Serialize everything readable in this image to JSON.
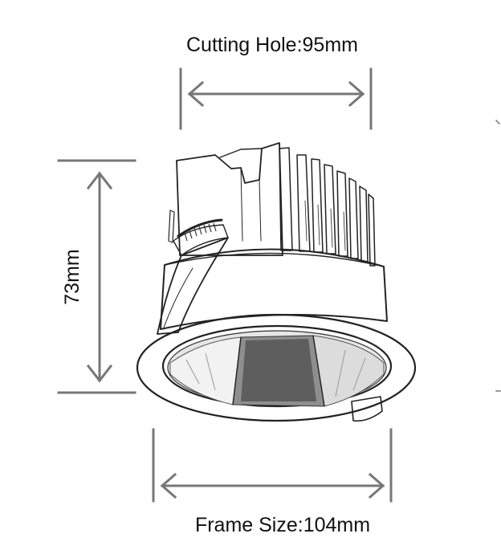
{
  "labels": {
    "cutting_hole": "Cutting Hole:95mm",
    "height": "73mm",
    "frame_size": "Frame Size:104mm"
  },
  "colors": {
    "dimension_line": "#777777",
    "sketch_ink": "#222222",
    "background": "#ffffff"
  }
}
